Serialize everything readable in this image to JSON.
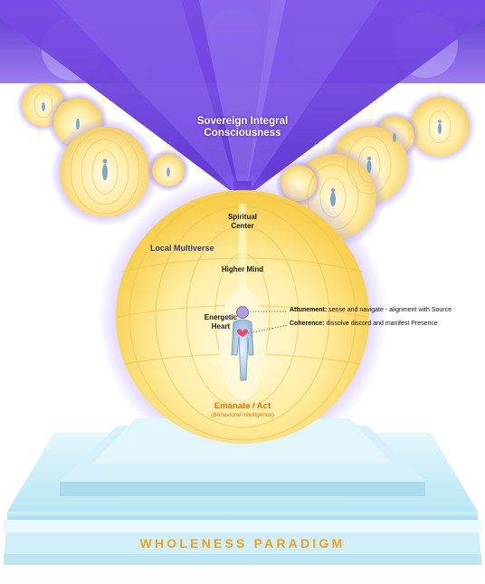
{
  "labels": {
    "sovereign_line1": "Sovereign Integral",
    "sovereign_line2": "Consciousness",
    "spiritual_line1": "Spiritual",
    "spiritual_line2": "Center",
    "local_multiverse": "Local Multiverse",
    "higher_mind": "Higher Mind",
    "energetic_line1": "Energetic",
    "energetic_line2": "Heart",
    "attunement_key": "Attunement:",
    "attunement_text": " sense and navigate  - alignment with Source",
    "coherence_key": "Coherence:",
    "coherence_text": " dissolve discord and manifest Presence",
    "emanate": "Emanate / Act",
    "behavioral": "(Behavioral Intelligence)",
    "paradigm": "WHOLENESS PARADIGM"
  },
  "colors": {
    "beam": "#6a3fd8",
    "sphere": "#ffe27a",
    "sphere_core": "#fff6c8",
    "glow": "#b7a2ff",
    "platform": "#bfe9f5",
    "label_blue": "#2a3d8f",
    "label_orange": "#e8700a",
    "paradigm_gold": "#f0a21a"
  },
  "icons": {
    "figure": "human-figure-icon",
    "heart": "heart-icon"
  }
}
